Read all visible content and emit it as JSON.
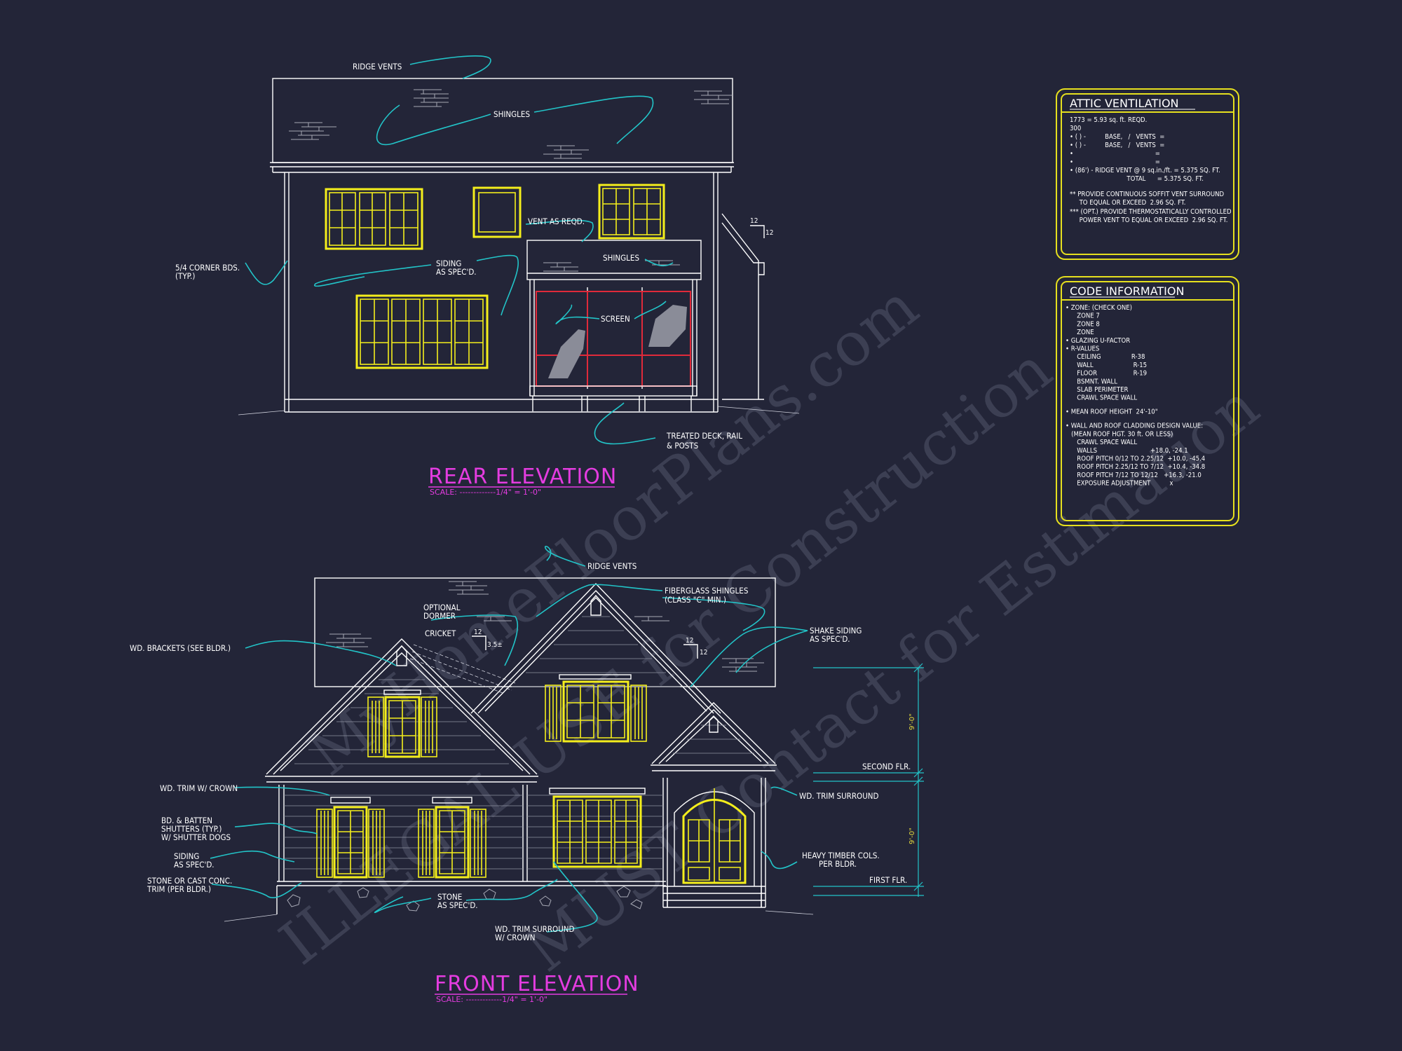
{
  "watermark": {
    "line1": "MyHomeFloorPlans.com",
    "line2": "ILLEGAL USE for Construction",
    "line3": "MUST Contact for Estimation"
  },
  "rear_elevation": {
    "title": "REAR ELEVATION",
    "scale": "SCALE: -------------1/4\" = 1'-0\"",
    "labels": {
      "ridge_vents": "RIDGE VENTS",
      "shingles": "SHINGLES",
      "vent": "VENT AS REQD.",
      "pitch_a": "12",
      "pitch_b": "12",
      "corner_bds_1": "5/4 CORNER BDS.",
      "corner_bds_2": "(TYP.)",
      "siding_1": "SIDING",
      "siding_2": "AS SPEC'D.",
      "shingles_porch": "SHINGLES",
      "screen": "SCREEN",
      "deck_1": "TREATED DECK, RAIL",
      "deck_2": "& POSTS"
    }
  },
  "front_elevation": {
    "title": "FRONT ELEVATION",
    "scale": "SCALE: -------------1/4\" = 1'-0\"",
    "labels": {
      "ridge_vents": "RIDGE VENTS",
      "fiberglass_1": "FIBERGLASS SHINGLES",
      "fiberglass_2": "(CLASS \"C\" MIN.)",
      "dormer_1": "OPTIONAL",
      "dormer_2": "DORMER",
      "cricket": "CRICKET",
      "pitch_cricket_a": "12",
      "pitch_cricket_b": "3.5±",
      "pitch_main_a": "12",
      "pitch_main_b": "12",
      "brackets": "WD. BRACKETS (SEE BLDR.)",
      "shake_1": "SHAKE SIDING",
      "shake_2": "AS SPEC'D.",
      "trim_crown": "WD. TRIM W/ CROWN",
      "shutters_1": "BD. & BATTEN",
      "shutters_2": "SHUTTERS (TYP.)",
      "shutters_3": "W/ SHUTTER DOGS",
      "siding_1": "SIDING",
      "siding_2": "AS SPEC'D.",
      "stone_trim_1": "STONE OR CAST CONC.",
      "stone_trim_2": "TRIM (PER BLDR.)",
      "stone_1": "STONE",
      "stone_2": "AS SPEC'D.",
      "trim_surround_crown_1": "WD. TRIM SURROUND",
      "trim_surround_crown_2": "W/ CROWN",
      "trim_surround": "WD. TRIM SURROUND",
      "timber_1": "HEAVY TIMBER COLS.",
      "timber_2": "PER BLDR.",
      "second_flr": "SECOND FLR.",
      "first_flr": "FIRST FLR.",
      "dim_upper": "9'-0\"",
      "dim_lower": "9'-0\""
    }
  },
  "attic_ventilation": {
    "heading": "ATTIC VENTILATION",
    "lines": [
      "1773 = 5.93 sq. ft. REQD.",
      "300",
      "• ( ) -          BASE,   /   VENTS  =",
      "• ( ) -          BASE,   /   VENTS  =",
      "•                                           =",
      "•                                           =",
      "• (86') - RIDGE VENT @ 9 sq.in./ft. = 5.375 SQ. FT.",
      "                              TOTAL      = 5.375 SQ. FT.",
      "** PROVIDE CONTINUOUS SOFFIT VENT SURROUND",
      "     TO EQUAL OR EXCEED  2.96 SQ. FT.",
      "*** (OPT.) PROVIDE THERMOSTATICALLY CONTROLLED",
      "     POWER VENT TO EQUAL OR EXCEED  2.96 SQ. FT."
    ]
  },
  "code_information": {
    "heading": "CODE INFORMATION",
    "lines": [
      "• ZONE: (CHECK ONE)",
      "      ZONE 7",
      "      ZONE 8",
      "      ZONE",
      "• GLAZING U-FACTOR",
      "• R-VALUES",
      "      CEILING                R-38",
      "      WALL                     R-15",
      "      FLOOR                   R-19",
      "      BSMNT. WALL",
      "      SLAB PERIMETER",
      "      CRAWL SPACE WALL",
      "• MEAN ROOF HEIGHT  24'-10\"",
      "• WALL AND ROOF CLADDING DESIGN VALUE:",
      "   (MEAN ROOF HGT. 30 ft. OR LESS)",
      "      CRAWL SPACE WALL",
      "      WALLS                            +18.0, -24.1",
      "      ROOF PITCH 0/12 TO 2.25/12  +10.0, -45.4",
      "      ROOF PITCH 2.25/12 TO 7/12  +10.4, -34.8",
      "      ROOF PITCH 7/12 TO 12/12   +16.3, -21.0",
      "      EXPOSURE ADJUSTMENT          x"
    ]
  }
}
